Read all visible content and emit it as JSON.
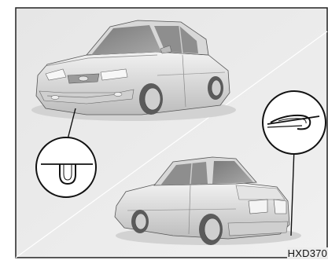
{
  "figure": {
    "code": "HXD370",
    "subjects": [
      "front-car",
      "rear-car",
      "front-hook-detail",
      "rear-hook-detail"
    ]
  }
}
